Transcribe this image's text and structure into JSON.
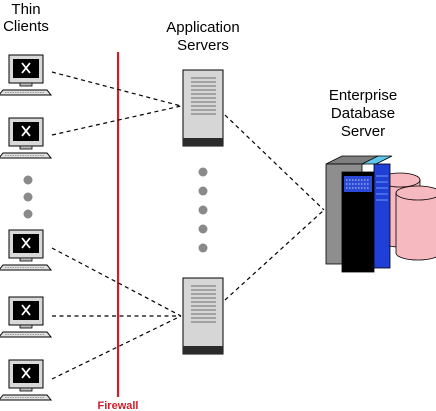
{
  "labels": {
    "clients_line1": "Thin",
    "clients_line2": "Clients",
    "app_line1": "Application",
    "app_line2": "Servers",
    "db_line1": "Enterprise",
    "db_line2": "Database",
    "db_line3": "Server",
    "firewall": "Firewall"
  },
  "clients": [
    {
      "id": "client-1"
    },
    {
      "id": "client-2"
    },
    {
      "id": "client-3"
    },
    {
      "id": "client-4"
    },
    {
      "id": "client-5"
    }
  ],
  "app_servers": [
    {
      "id": "app-server-1"
    },
    {
      "id": "app-server-2"
    }
  ],
  "connections": [
    {
      "from": "client-1",
      "to": "app-server-1"
    },
    {
      "from": "client-2",
      "to": "app-server-1"
    },
    {
      "from": "client-3",
      "to": "app-server-2"
    },
    {
      "from": "client-4",
      "to": "app-server-2"
    },
    {
      "from": "client-5",
      "to": "app-server-2"
    },
    {
      "from": "app-server-1",
      "to": "database-server"
    },
    {
      "from": "app-server-2",
      "to": "database-server"
    }
  ],
  "colors": {
    "firewall_line": "#cc1f2b",
    "firewall_label": "#cc1f2b",
    "db_disk": "#f6b9c0",
    "db_panel": "#1f3fd6",
    "db_case": "#000000"
  }
}
